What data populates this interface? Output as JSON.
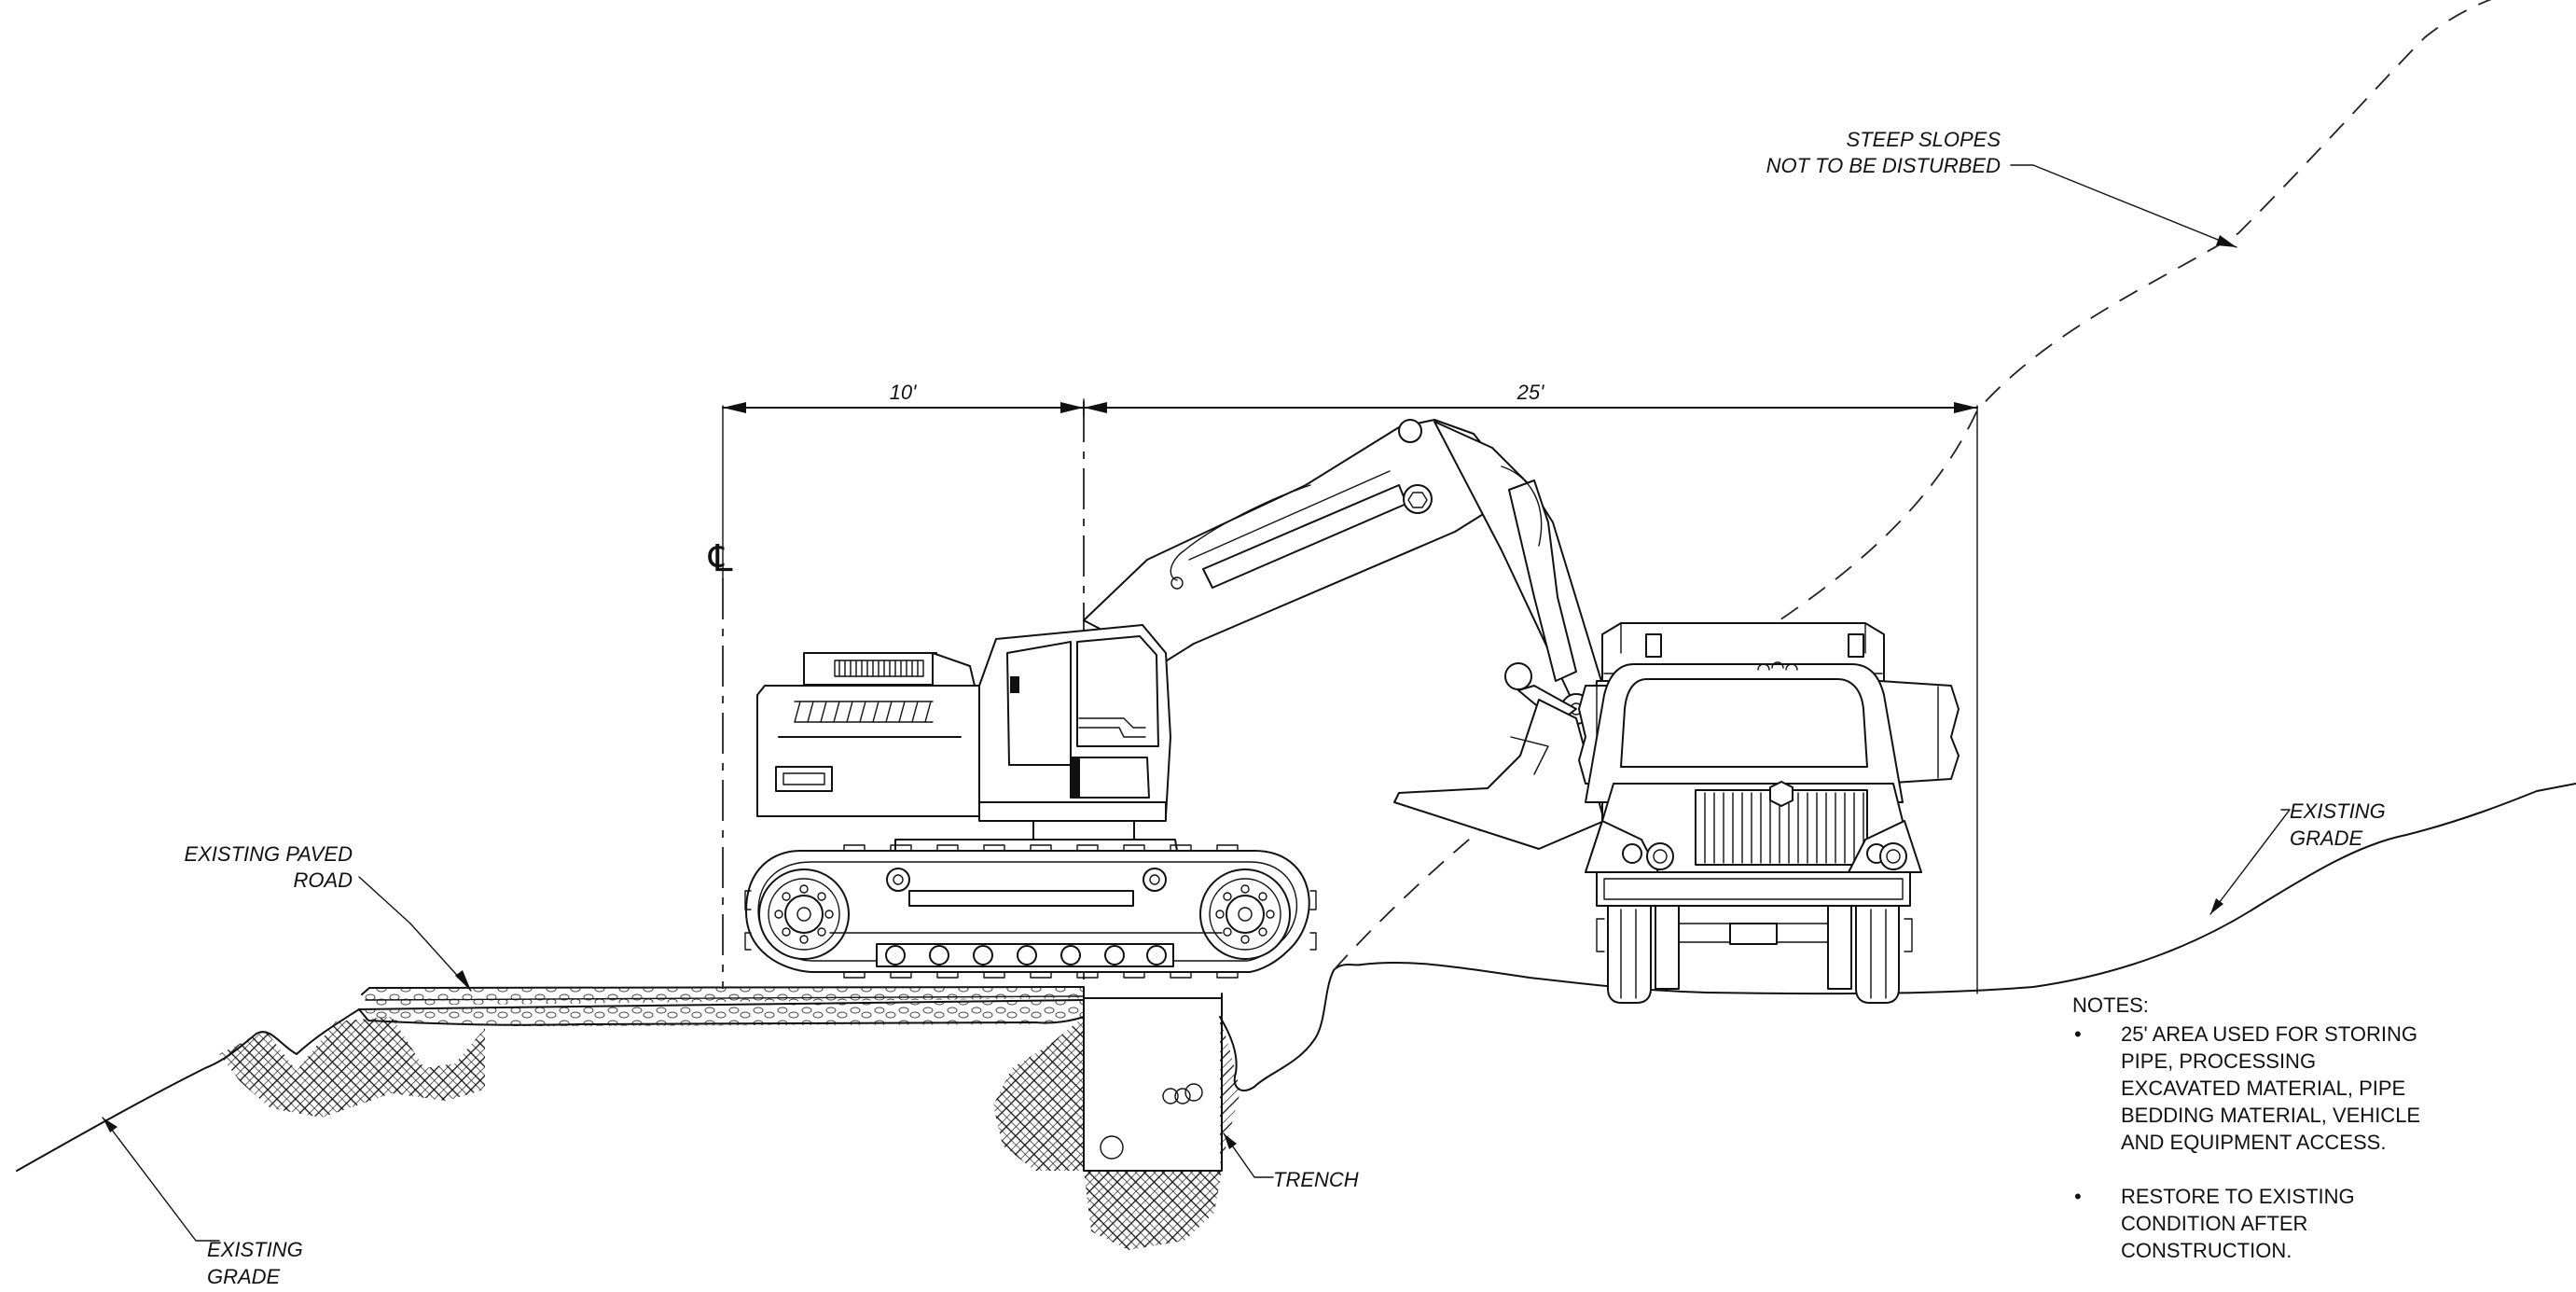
{
  "labels": {
    "steep_slopes_1": "STEEP SLOPES",
    "steep_slopes_2": "NOT TO BE DISTURBED",
    "paved_road_1": "EXISTING PAVED",
    "paved_road_2": "ROAD",
    "grade_left_1": "EXISTING",
    "grade_left_2": "GRADE",
    "grade_right_1": "EXISTING",
    "grade_right_2": "GRADE",
    "trench": "TRENCH",
    "centerline": "℄"
  },
  "dimensions": {
    "left": "10'",
    "right": "25'"
  },
  "notes": {
    "title": "NOTES:",
    "items": [
      {
        "bullet": "•",
        "lines": [
          "25' AREA USED FOR STORING",
          "PIPE, PROCESSING",
          "EXCAVATED MATERIAL, PIPE",
          "BEDDING MATERIAL, VEHICLE",
          "AND EQUIPMENT ACCESS."
        ]
      },
      {
        "bullet": "•",
        "lines": [
          "RESTORE TO EXISTING",
          "CONDITION AFTER",
          "CONSTRUCTION."
        ]
      }
    ]
  },
  "colors": {
    "line": "#111111",
    "background": "#ffffff"
  }
}
